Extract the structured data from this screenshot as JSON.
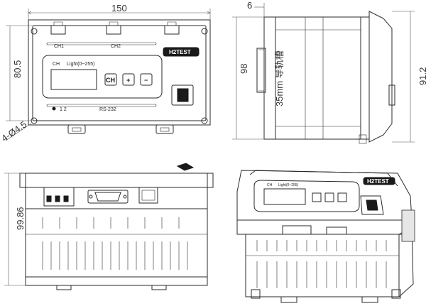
{
  "dimensions": {
    "front_width": "150",
    "front_height": "80.5",
    "mount_holes": "4-Ø4.5",
    "side_depth": "6",
    "side_height": "98",
    "side_total": "91.2",
    "rail": "35mm 导轨槽",
    "bottom_height": "99.86"
  },
  "front_panel": {
    "ch1": "CH1",
    "ch2": "CH2",
    "brand": "H2TEST",
    "display_ch": "CH",
    "display_label": "Light(0~255)",
    "btn_ch": "CH",
    "btn_plus": "+",
    "btn_minus": "−",
    "port_num": "1  2",
    "rs232": "RS-232"
  },
  "iso_panel": {
    "ch": "CH",
    "label": "Light(0~255)",
    "brand": "H2TEST"
  }
}
